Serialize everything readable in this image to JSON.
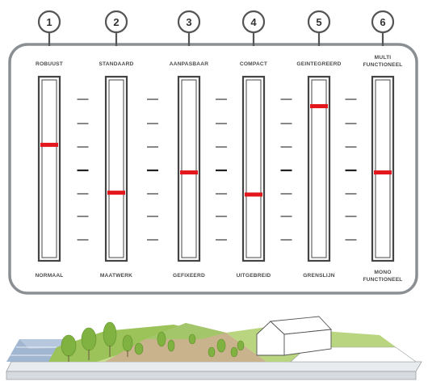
{
  "panel": {
    "border_color": "#8a8f94",
    "marker_color": "#e3161b"
  },
  "sliders": [
    {
      "number": "1",
      "top_label": [
        "ROBUUST"
      ],
      "bottom_label": [
        "NORMAAL"
      ],
      "level": 0.63
    },
    {
      "number": "2",
      "top_label": [
        "STANDAARD"
      ],
      "bottom_label": [
        "MAATWERK"
      ],
      "level": 0.37
    },
    {
      "number": "3",
      "top_label": [
        "AANPASBAAR"
      ],
      "bottom_label": [
        "GEFIXEERD"
      ],
      "level": 0.48
    },
    {
      "number": "4",
      "top_label": [
        "COMPACT"
      ],
      "bottom_label": [
        "UITGEBREID"
      ],
      "level": 0.36
    },
    {
      "number": "5",
      "top_label": [
        "GEINTEGREERD"
      ],
      "bottom_label": [
        "GRENSLIJN"
      ],
      "level": 0.84
    },
    {
      "number": "6",
      "top_label": [
        "MULTI",
        "FUNCTIONEEL"
      ],
      "bottom_label": [
        "MONO",
        "FUNCTIONEEL"
      ],
      "level": 0.48
    }
  ],
  "illustration": {
    "description_icons": [
      "water",
      "trees",
      "dike",
      "house"
    ]
  }
}
